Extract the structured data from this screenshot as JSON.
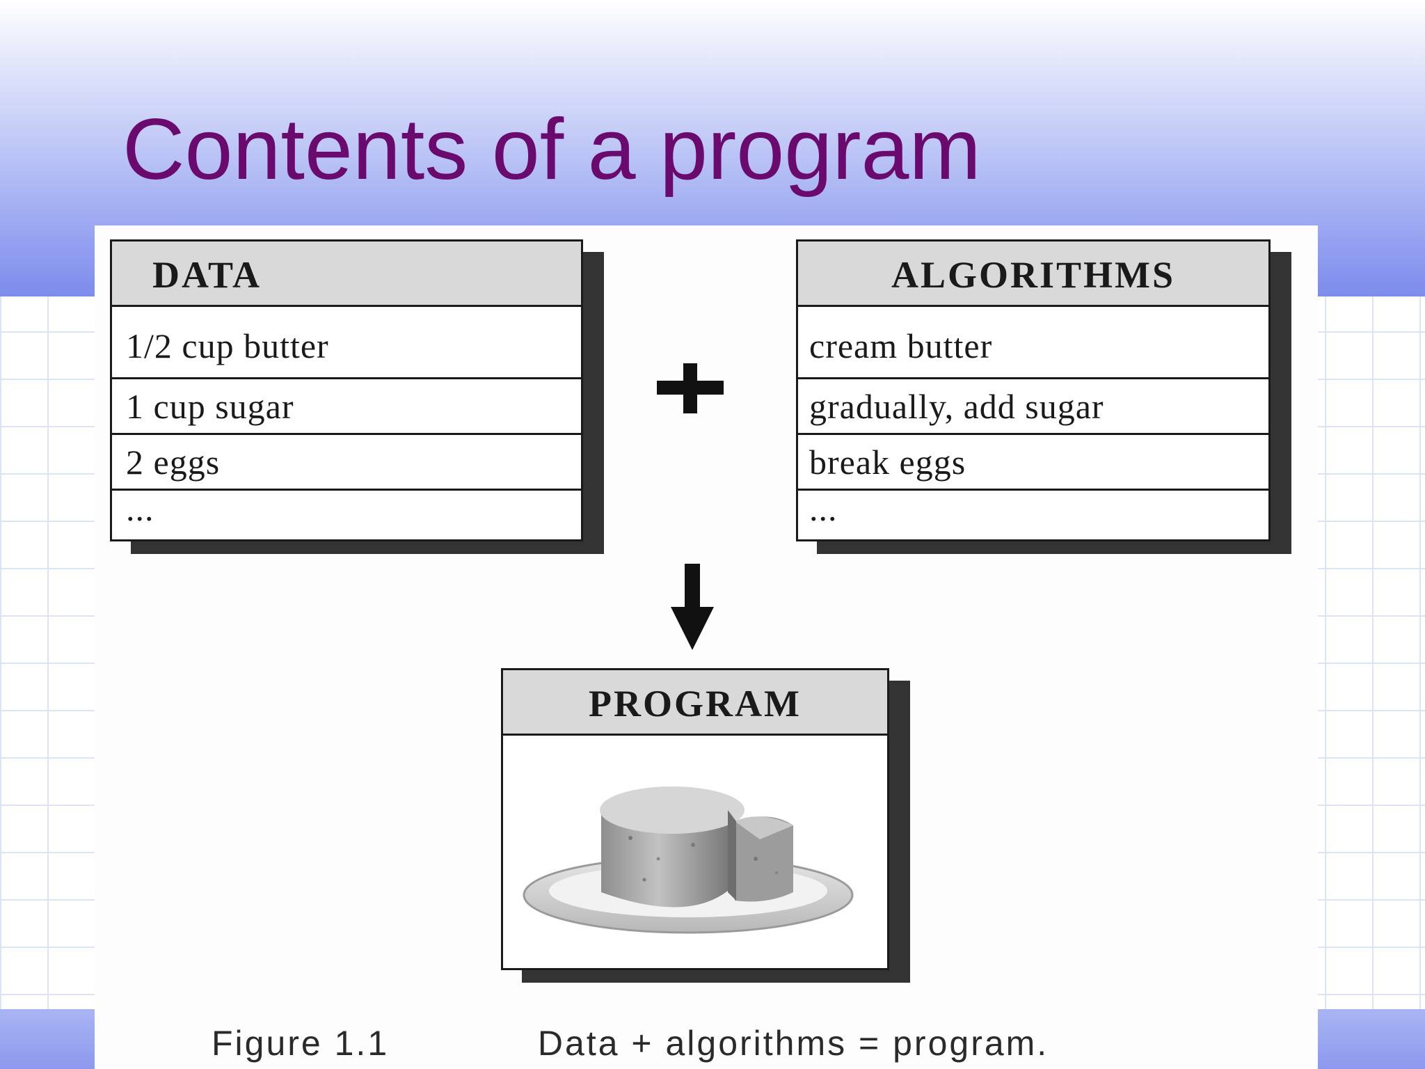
{
  "slide": {
    "title": "Contents of a program"
  },
  "figure": {
    "data_box": {
      "header": "DATA",
      "rows": [
        "1/2 cup butter",
        "1 cup sugar",
        "2 eggs",
        "..."
      ]
    },
    "operator": "+",
    "algorithms_box": {
      "header": "ALGORITHMS",
      "rows": [
        "cream butter",
        "gradually, add sugar",
        "break eggs",
        "..."
      ]
    },
    "program_box": {
      "header": "PROGRAM",
      "image": "cake-icon"
    },
    "arrow": "down-arrow-icon",
    "caption": {
      "number": "Figure 1.1",
      "text": "Data + algorithms = program."
    }
  },
  "colors": {
    "title": "#6b0a6e",
    "header_band": "#8c99ee",
    "box_header": "#d9d9d9",
    "shadow": "#333333"
  }
}
